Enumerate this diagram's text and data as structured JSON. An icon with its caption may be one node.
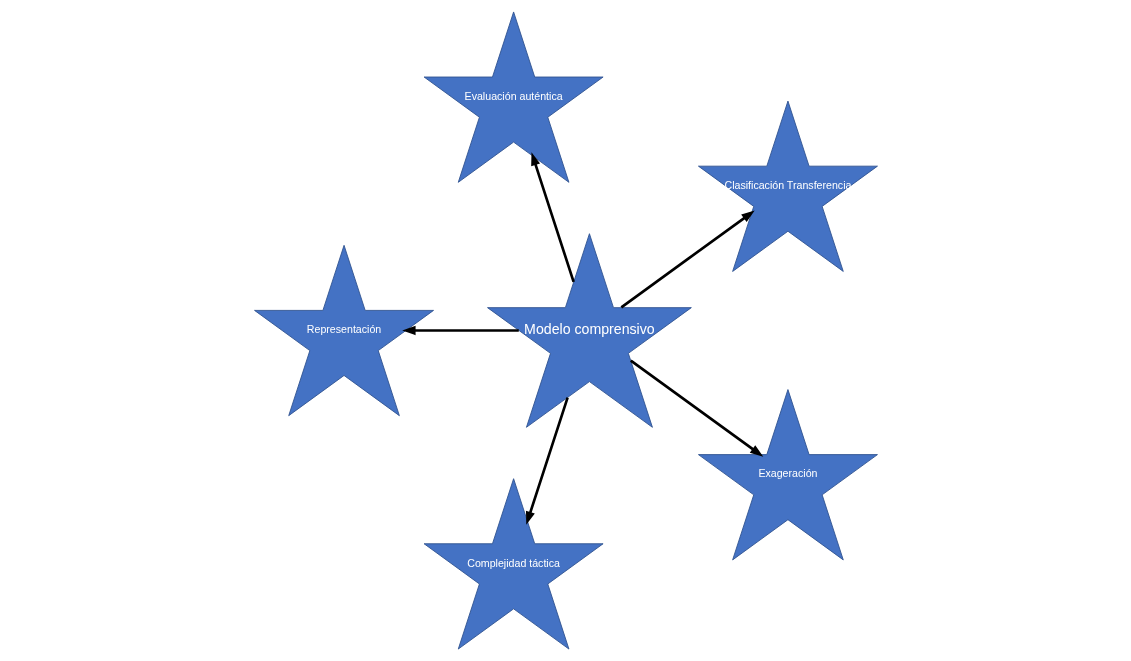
{
  "diagram": {
    "nodes": [
      {
        "text": [
          "Modelo comprensivo"
        ]
      },
      {
        "text": [
          "Clasificación Transferencia"
        ]
      },
      {
        "text": [
          "Evaluación auténtica"
        ]
      },
      {
        "text": [
          "Representación"
        ]
      },
      {
        "text": [
          "Complejidad táctica"
        ]
      },
      {
        "text": [
          "Exageración"
        ]
      }
    ],
    "edges": [
      {
        "from": 0,
        "to": 1,
        "arrow": "to"
      },
      {
        "from": 0,
        "to": 2,
        "arrow": "to"
      },
      {
        "from": 0,
        "to": 3,
        "arrow": "to"
      },
      {
        "from": 0,
        "to": 4,
        "arrow": "to"
      },
      {
        "from": 0,
        "to": 5,
        "arrow": "to"
      }
    ]
  }
}
